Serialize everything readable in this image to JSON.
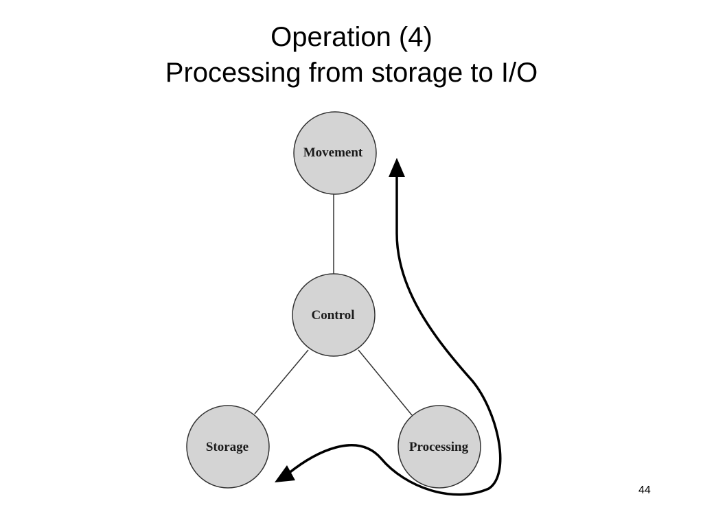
{
  "title": {
    "line1": "Operation (4)",
    "line2": "Processing from storage to I/O"
  },
  "diagram": {
    "nodes": {
      "movement": "Movement",
      "control": "Control",
      "storage": "Storage",
      "processing": "Processing"
    },
    "colors": {
      "node_fill": "#d4d4d4",
      "node_stroke": "#333333",
      "connector": "#333333",
      "flow_arrow": "#000000"
    }
  },
  "page_number": "44"
}
